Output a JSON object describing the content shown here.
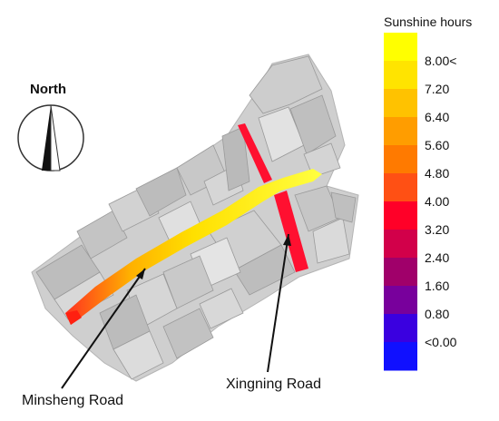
{
  "compass": {
    "label": "North"
  },
  "legend": {
    "title": "Sunshine hours",
    "colors": [
      "#ffff00",
      "#ffe400",
      "#ffc200",
      "#ff9d00",
      "#ff7a00",
      "#ff5014",
      "#ff0028",
      "#d2004a",
      "#a0006a",
      "#78009c",
      "#3a00e0",
      "#1010ff"
    ],
    "ticks": [
      "8.00<",
      "7.20",
      "6.40",
      "5.60",
      "4.80",
      "4.00",
      "3.20",
      "2.40",
      "1.60",
      "0.80",
      "<0.00"
    ]
  },
  "roads": [
    {
      "label": "Minsheng Road",
      "color": "#ffd000"
    },
    {
      "label": "Xingning Road",
      "color": "#ff1030"
    }
  ]
}
